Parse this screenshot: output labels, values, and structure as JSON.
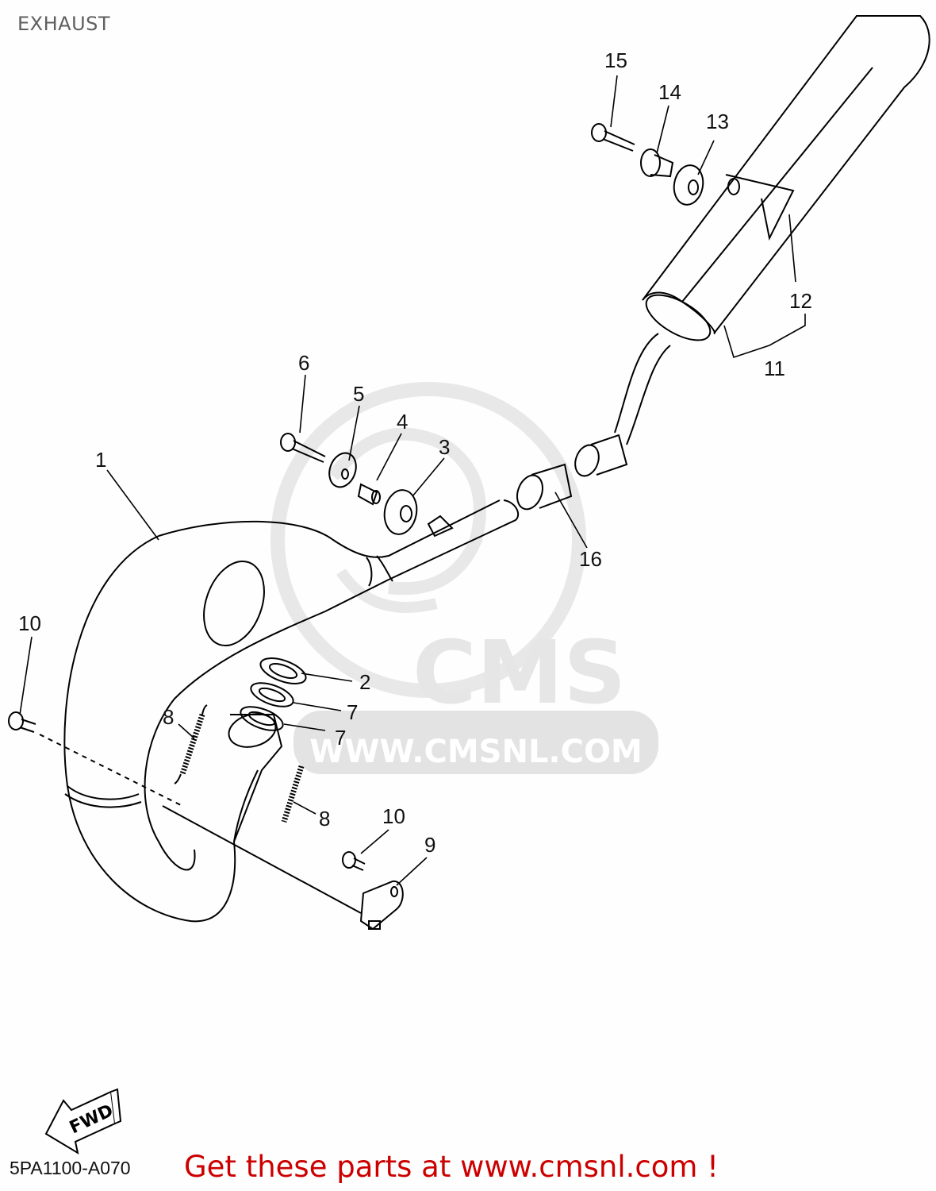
{
  "header": {
    "title": "EXHAUST"
  },
  "watermark": {
    "brand": "CMS",
    "url": "WWW.CMSNL.COM"
  },
  "diagram": {
    "callouts": [
      {
        "id": "1",
        "label": "1",
        "part": "exhaust-pipe"
      },
      {
        "id": "2",
        "label": "2",
        "part": "gasket"
      },
      {
        "id": "3",
        "label": "3",
        "part": "damper"
      },
      {
        "id": "4",
        "label": "4",
        "part": "collar"
      },
      {
        "id": "5",
        "label": "5",
        "part": "washer"
      },
      {
        "id": "6",
        "label": "6",
        "part": "bolt"
      },
      {
        "id": "7a",
        "label": "7",
        "part": "o-ring"
      },
      {
        "id": "7b",
        "label": "7",
        "part": "o-ring"
      },
      {
        "id": "8a",
        "label": "8",
        "part": "spring"
      },
      {
        "id": "8b",
        "label": "8",
        "part": "spring"
      },
      {
        "id": "9",
        "label": "9",
        "part": "bracket"
      },
      {
        "id": "10a",
        "label": "10",
        "part": "bolt"
      },
      {
        "id": "10b",
        "label": "10",
        "part": "bolt"
      },
      {
        "id": "11",
        "label": "11",
        "part": "silencer-assembly"
      },
      {
        "id": "12",
        "label": "12",
        "part": "protector"
      },
      {
        "id": "13",
        "label": "13",
        "part": "damper"
      },
      {
        "id": "14",
        "label": "14",
        "part": "collar"
      },
      {
        "id": "15",
        "label": "15",
        "part": "bolt"
      },
      {
        "id": "16",
        "label": "16",
        "part": "joint"
      }
    ]
  },
  "footer": {
    "fwd_label": "FWD",
    "diagram_code": "5PA1100-A070",
    "promo": "Get these parts at www.cmsnl.com !"
  }
}
